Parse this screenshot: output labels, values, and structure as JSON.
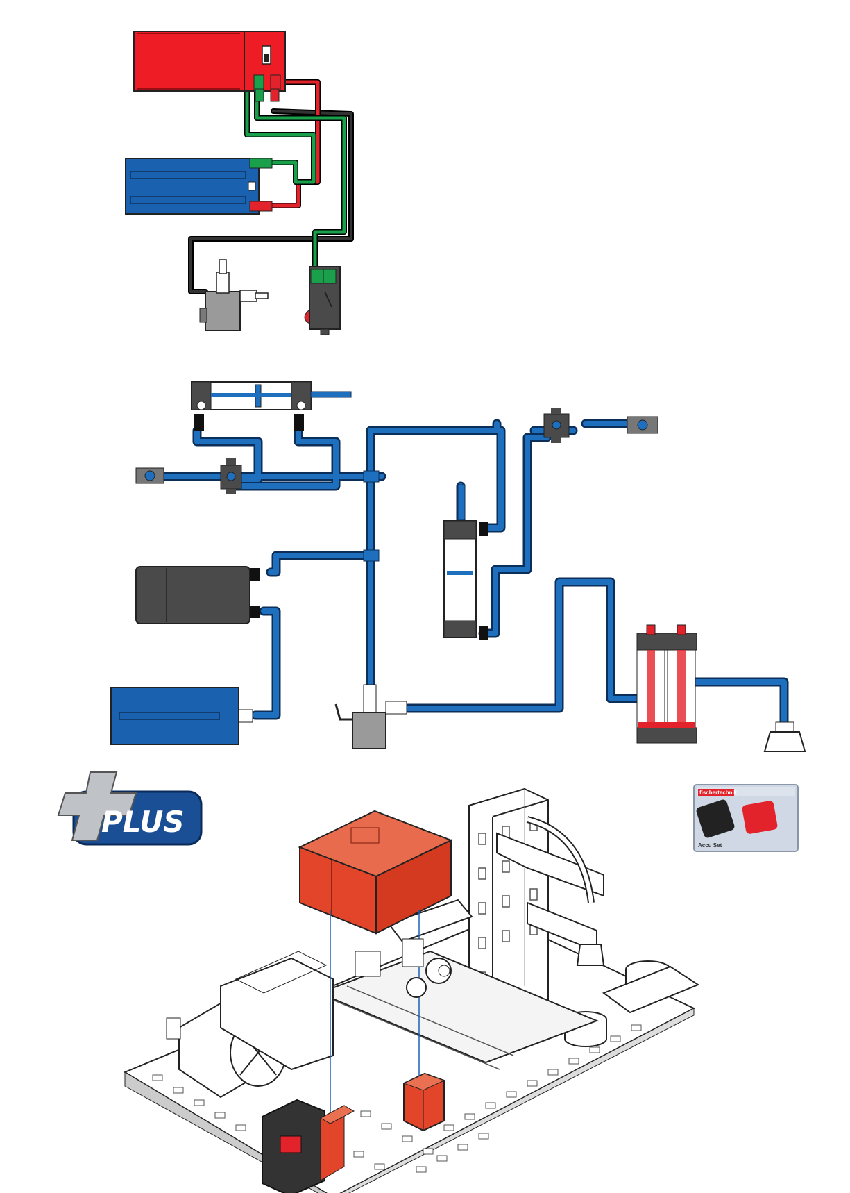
{
  "colors": {
    "battery_red": "#ee1c25",
    "controller_blue": "#1a62b0",
    "hose_blue": "#1e6fbe",
    "wire_green": "#1aa04a",
    "wire_red": "#e3232b",
    "wire_black": "#1a1a1a",
    "tank_grey": "#4a4a4a",
    "valve_grey": "#9a9a9a",
    "plus_badge": "#1b4f95",
    "module_orange": "#e2452a"
  },
  "plus_logo": {
    "text": "PLUS"
  },
  "product_box": {
    "brand": "fischertechnik",
    "caption": "Accu Set"
  },
  "icons": [
    "plus-badge-icon",
    "battery-icon",
    "controller-icon",
    "compressor-icon",
    "switch-icon",
    "valve-icon",
    "tank-icon",
    "cylinder-icon",
    "suction-cup-icon"
  ]
}
